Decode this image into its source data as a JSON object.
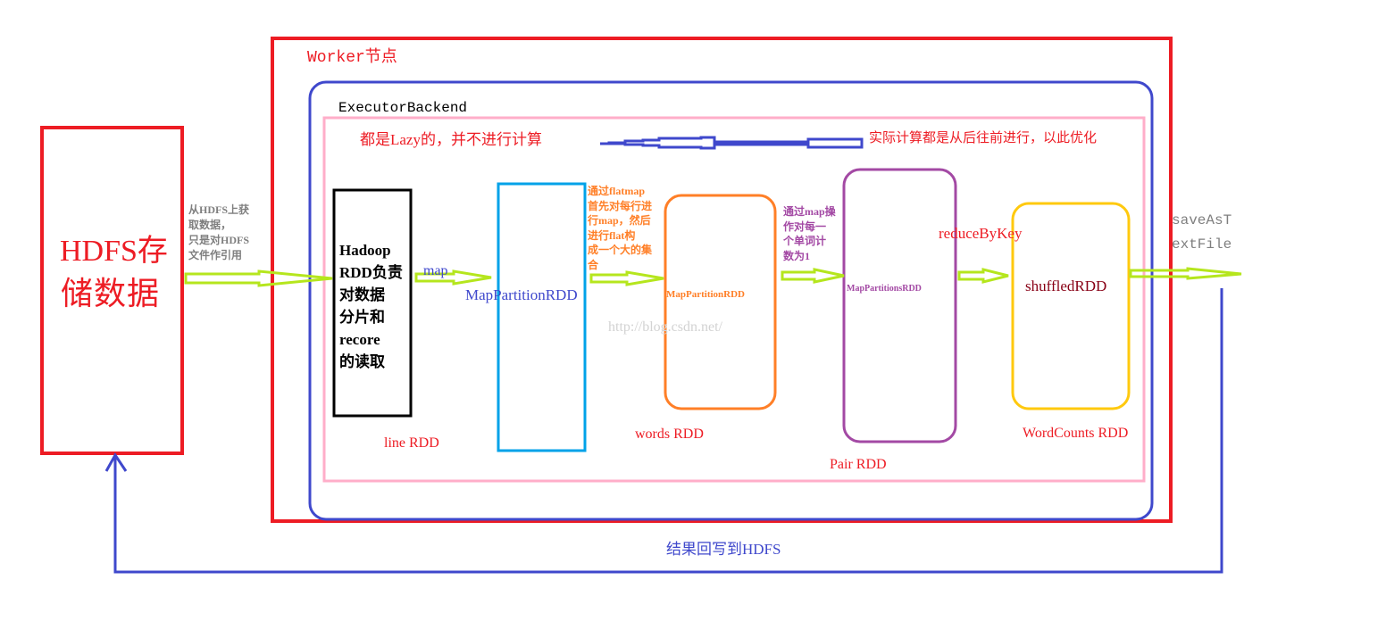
{
  "colors": {
    "red": "#ed1c24",
    "blue": "#3f48cc",
    "pink": "#ffaec9",
    "black": "#000000",
    "cyan": "#00a2e8",
    "orange": "#ff7f27",
    "purple": "#a349a4",
    "yellow": "#ffc90e",
    "lime": "#b5e61d",
    "gray": "#7f7f7f",
    "darkred": "#880015",
    "watermark": "#d3d3d3"
  },
  "hdfs": {
    "title_line1": "HDFS存",
    "title_line2": "储数据",
    "read_note": "从HDFS上获\n取数据，\n只是对HDFS\n文件作引用",
    "write_back_label": "结果回写到HDFS"
  },
  "worker": {
    "label": "Worker节点",
    "executor": {
      "label": "ExecutorBackend",
      "lazy_note": "都是Lazy的，并不进行计算",
      "compute_note": "实际计算都是从后往前进行，以此优化"
    }
  },
  "stages": {
    "hadoop_rdd": {
      "text": "Hadoop\nRDD负责\n对数据\n分片和\nrecore\n的读取",
      "caption": "line RDD"
    },
    "map_op": "map",
    "map_partition_rdd": {
      "label": "MapPartitionRDD"
    },
    "flatmap_note": "通过flatmap\n首先对每行进\n行map，然后\n进行flat构\n成一个大的集\n合",
    "words_rdd": {
      "inner_label": "MapPartitionRDD",
      "caption": "words RDD"
    },
    "map_count_note": "通过map操\n作对每一\n个单词计\n数为1",
    "pair_rdd": {
      "inner_label": "MapPartitionsRDD",
      "caption": "Pair RDD"
    },
    "reduce_op": "reduceByKey",
    "shuffled_rdd": {
      "inner_label": "shuffledRDD",
      "caption": "WordCounts RDD"
    },
    "save_op": "saveAsT\nextFile"
  },
  "watermark": "http://blog.csdn.net/"
}
